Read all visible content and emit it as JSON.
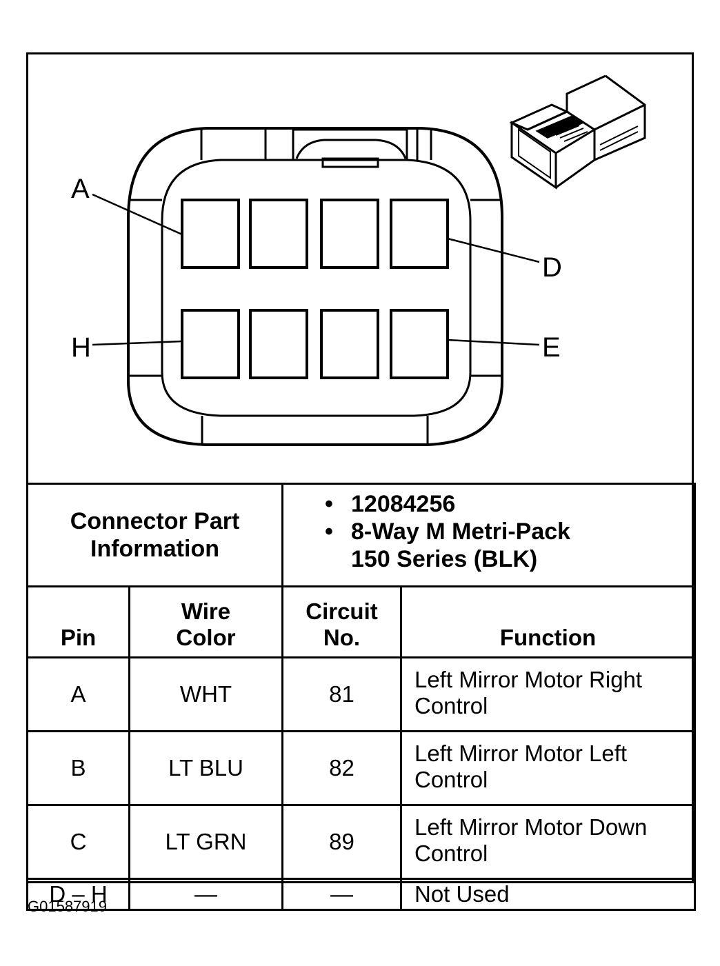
{
  "connector": {
    "pin_labels": {
      "a": "A",
      "d": "D",
      "h": "H",
      "e": "E"
    },
    "part_info_label": [
      "Connector Part",
      "Information"
    ],
    "part_number": "12084256",
    "part_desc": [
      "8-Way M Metri-Pack",
      "150 Series (BLK)"
    ]
  },
  "table": {
    "headers": {
      "pin": "Pin",
      "wire_color": [
        "Wire",
        "Color"
      ],
      "circuit": [
        "Circuit",
        "No."
      ],
      "function": "Function"
    },
    "rows": [
      {
        "pin": "A",
        "wire": "WHT",
        "circuit": "81",
        "function": [
          "Left Mirror Motor Right",
          "Control"
        ]
      },
      {
        "pin": "B",
        "wire": "LT BLU",
        "circuit": "82",
        "function": [
          "Left Mirror Motor Left",
          "Control"
        ]
      },
      {
        "pin": "C",
        "wire": "LT GRN",
        "circuit": "89",
        "function": [
          "Left Mirror Motor Down",
          "Control"
        ]
      },
      {
        "pin": "D – H",
        "wire": "—",
        "circuit": "—",
        "function": [
          "Not Used"
        ]
      }
    ]
  },
  "figure_id": "G01587919"
}
